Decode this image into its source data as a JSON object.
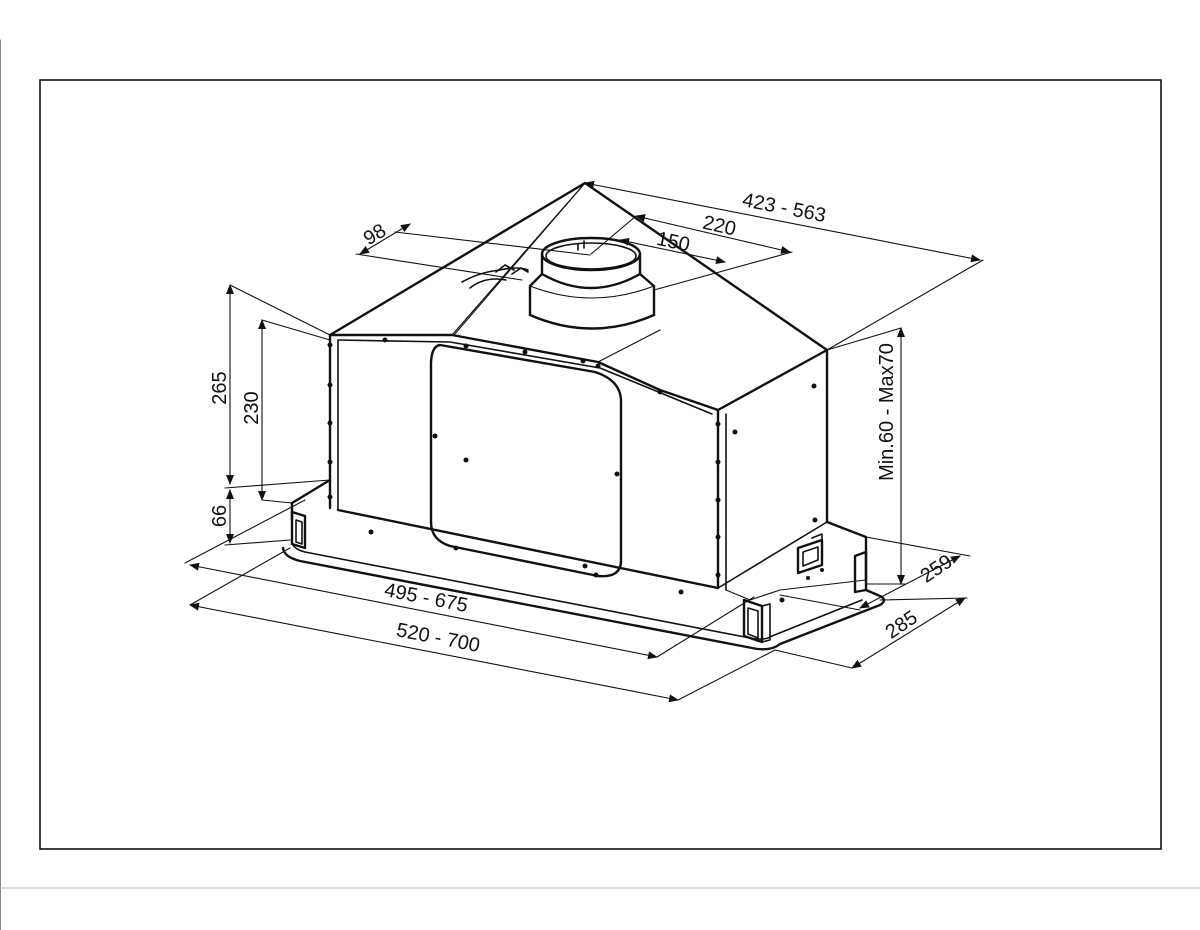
{
  "dimensions": {
    "depth_range": "423 - 563",
    "outlet_offset": "98",
    "outlet_position": "220",
    "outlet_diameter": "150",
    "total_height": "265",
    "body_height": "230",
    "flange_height": "66",
    "inner_width_range": "495 - 675",
    "outer_width_range": "520 - 700",
    "adjust_range": "Min.60 - Max70",
    "inner_depth": "259",
    "outer_depth": "285"
  }
}
